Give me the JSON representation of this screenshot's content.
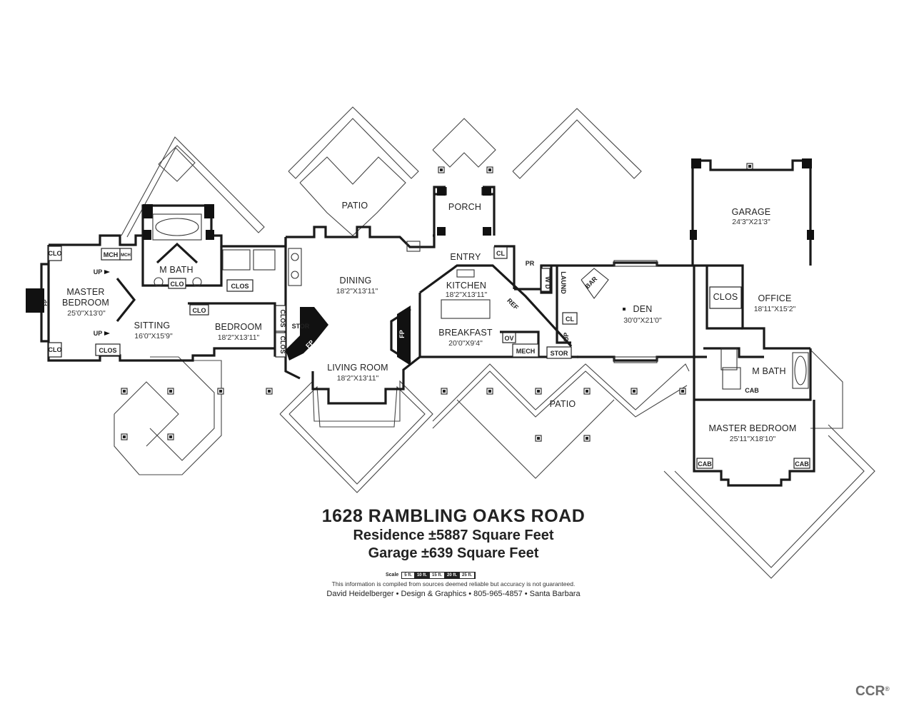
{
  "rooms": {
    "master_bedroom_west": {
      "line1": "MASTER",
      "line2": "BEDROOM",
      "dim": "25'0\"X13'0\""
    },
    "sitting": {
      "name": "SITTING",
      "dim": "16'0\"X15'9\""
    },
    "m_bath_west": {
      "name": "M BATH"
    },
    "bedroom": {
      "name": "BEDROOM",
      "dim": "18'2\"X13'11\""
    },
    "patio_north": {
      "name": "PATIO"
    },
    "porch": {
      "name": "PORCH"
    },
    "entry": {
      "name": "ENTRY"
    },
    "dining": {
      "name": "DINING",
      "dim": "18'2\"X13'11\""
    },
    "living_room": {
      "name": "LIVING ROOM",
      "dim": "18'2\"X13'11\""
    },
    "kitchen": {
      "name": "KITCHEN",
      "dim": "18'2\"X13'11\""
    },
    "breakfast": {
      "name": "BREAKFAST",
      "dim": "20'0\"X9'4\""
    },
    "den": {
      "name": "DEN",
      "dim": "30'0\"X21'0\""
    },
    "garage": {
      "name": "GARAGE",
      "dim": "24'3\"X21'3\""
    },
    "office": {
      "name": "OFFICE",
      "dim": "18'11\"X15'2\""
    },
    "m_bath_east": {
      "name": "M BATH"
    },
    "master_bedroom_east": {
      "name": "MASTER BEDROOM",
      "dim": "25'11\"X18'10\""
    },
    "patio_south": {
      "name": "PATIO"
    }
  },
  "small_labels": {
    "clo": "CLO",
    "clos": "CLOS",
    "mch": "MCH",
    "stor": "STOR",
    "fp": "FP",
    "up": "UP",
    "pr": "PR",
    "cl": "CL",
    "laund": "LAUND",
    "bar": "BAR",
    "ref": "REF",
    "ov": "OV",
    "mech": "MECH",
    "cab": "CAB",
    "w": "W",
    "d": "D"
  },
  "title_block": {
    "address": "1628 RAMBLING OAKS ROAD",
    "residence": "Residence ±5887 Square Feet",
    "garage": "Garage ±639 Square Feet",
    "scale_label": "Scale",
    "scale_segments": [
      "5 ft.",
      "10 ft.",
      "15 ft.",
      "20 ft.",
      "25 ft."
    ],
    "disclaimer": "This information is compiled from sources deemed reliable but accuracy is not guaranteed.",
    "credit": "David Heidelberger • Design & Graphics • 805-965-4857 • Santa Barbara"
  },
  "brand": {
    "name": "CCR",
    "mark": "®"
  }
}
